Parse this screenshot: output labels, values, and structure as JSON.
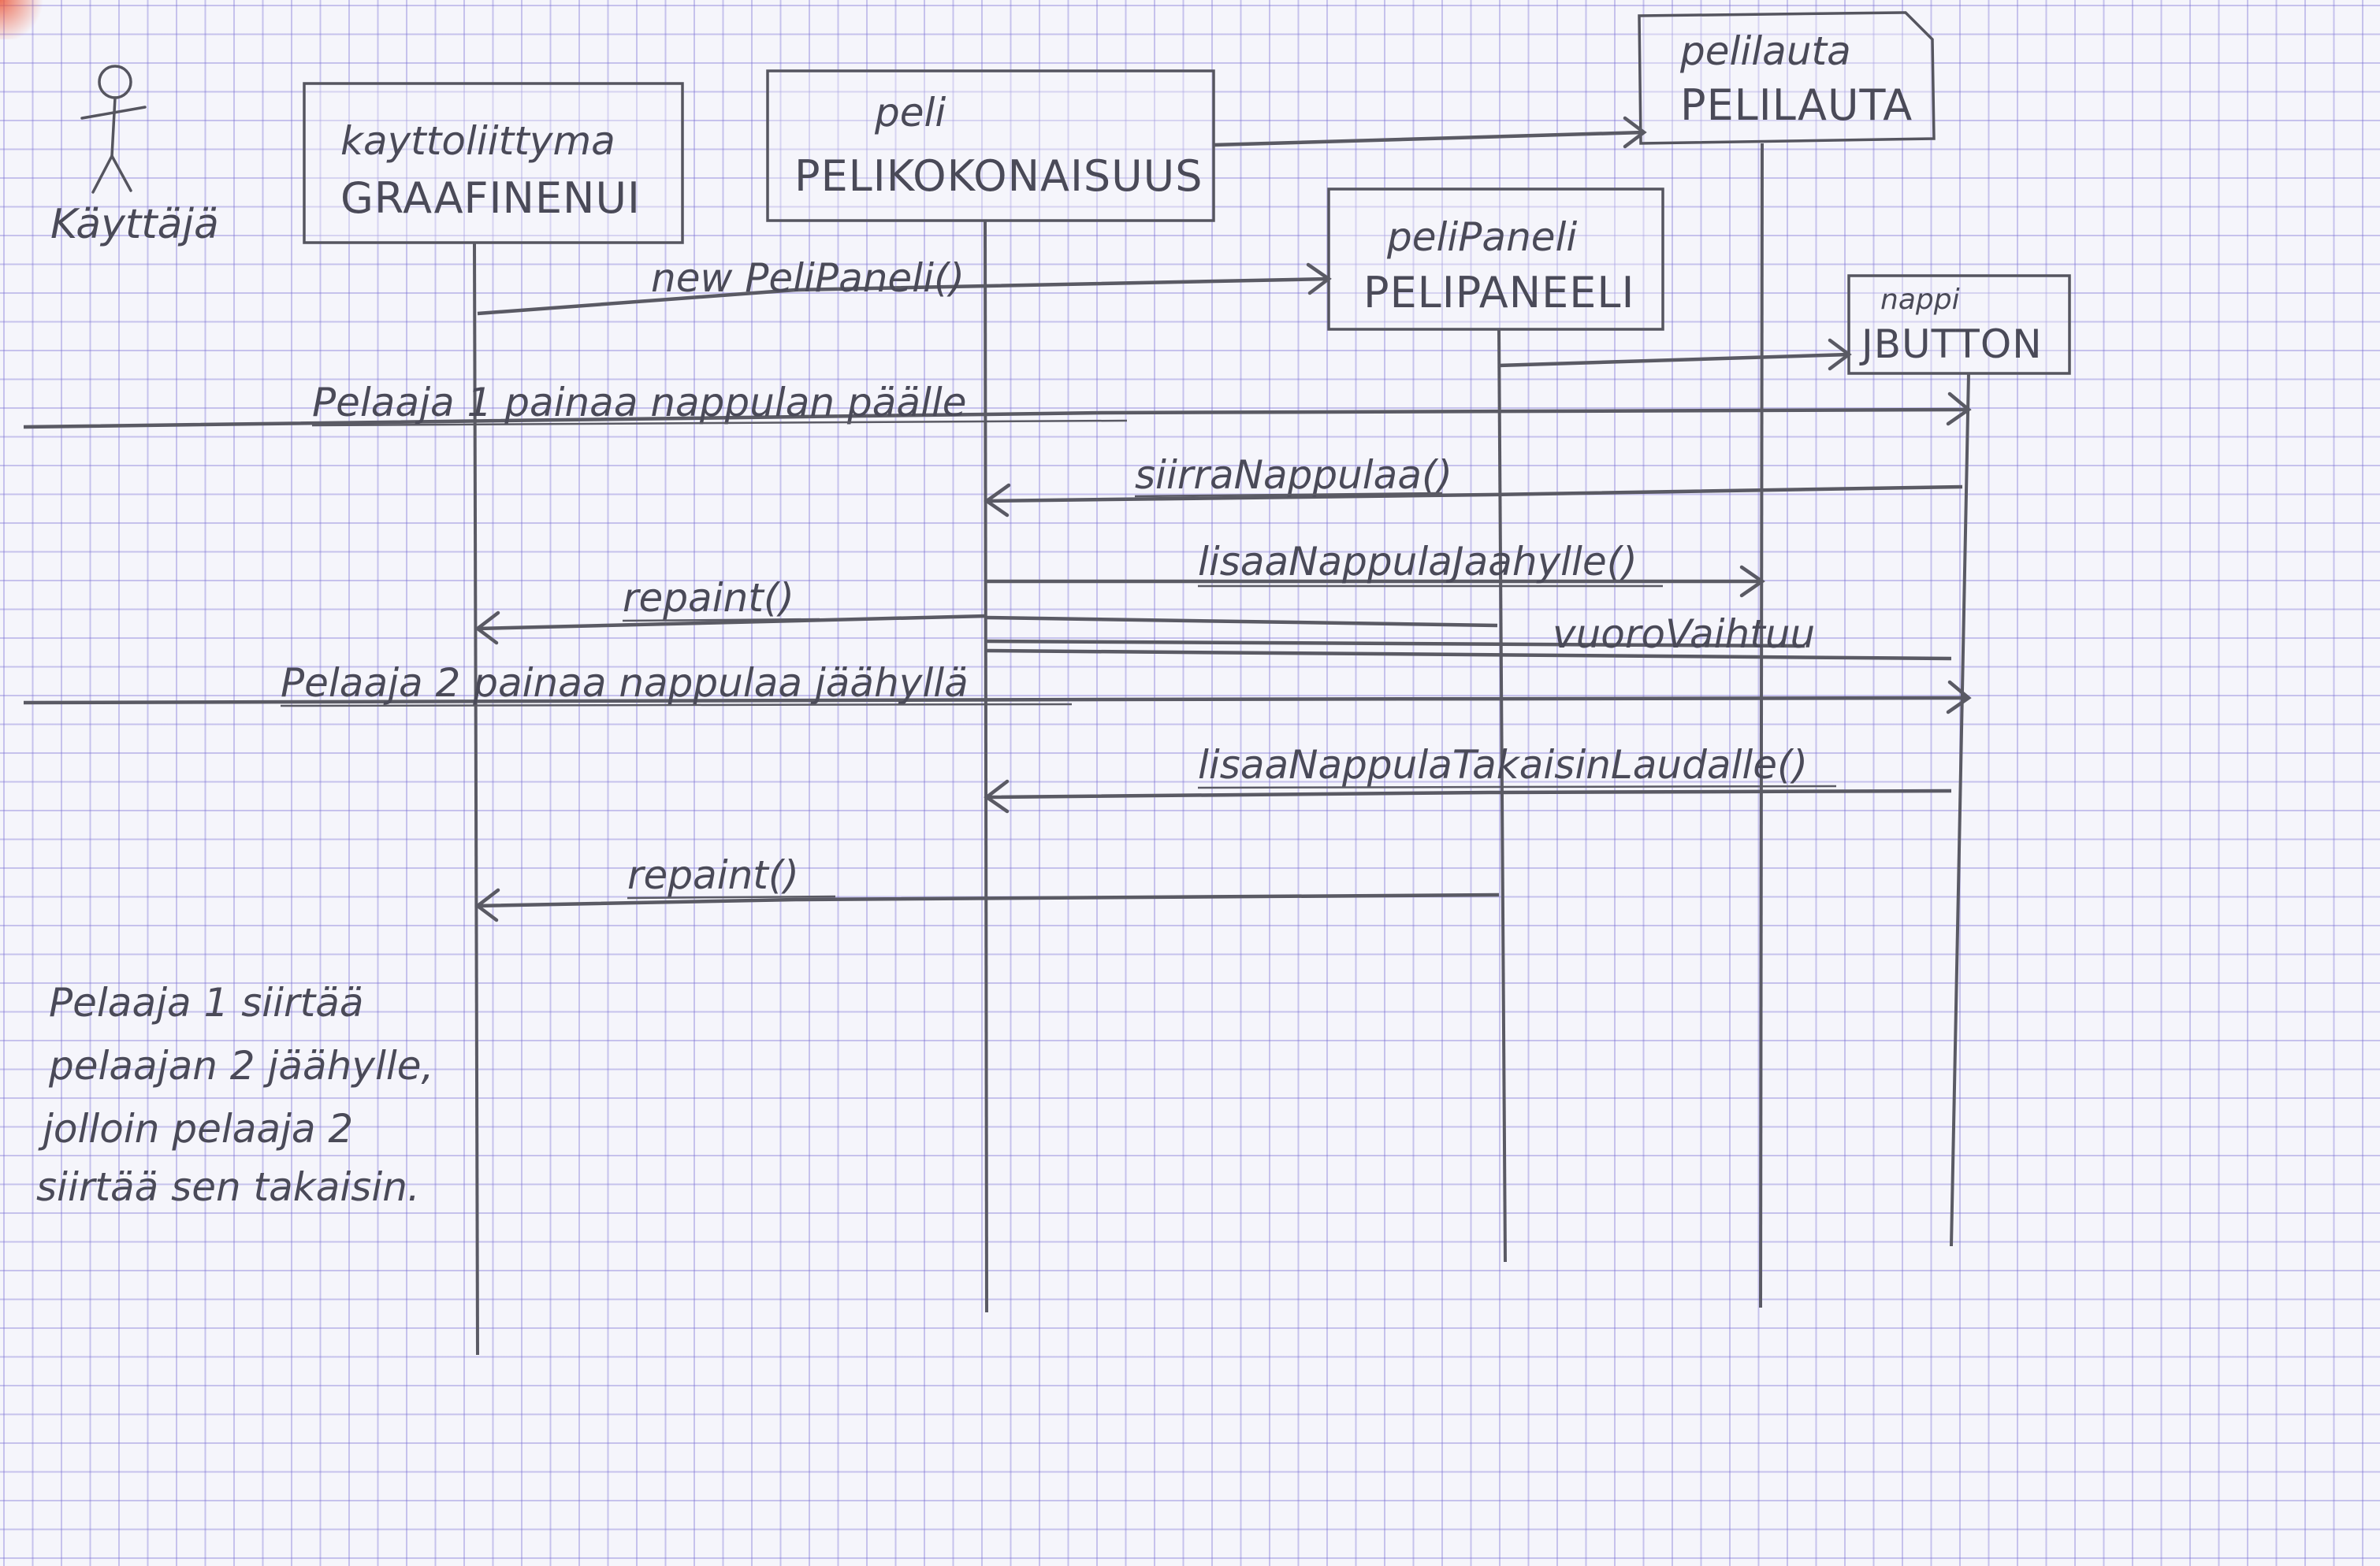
{
  "actor": {
    "label": "Käyttäjä"
  },
  "participants": [
    {
      "id": "ui",
      "name": "kayttoliittyma",
      "cls": "GRAAFINENUI"
    },
    {
      "id": "game",
      "name": "peli",
      "cls": "PELIKOKONAISUUS"
    },
    {
      "id": "board",
      "name": "pelilauta",
      "cls": "PELILAUTA"
    },
    {
      "id": "panel",
      "name": "peliPaneli",
      "cls": "PELIPANEELI"
    },
    {
      "id": "button",
      "name": "nappi",
      "cls": "JBUTTON"
    }
  ],
  "messages": [
    {
      "id": "m1",
      "label": "new PeliPaneli()"
    },
    {
      "id": "m2",
      "label": "Pelaaja 1 painaa nappulan päälle"
    },
    {
      "id": "m3",
      "label": "siirraNappulaa()"
    },
    {
      "id": "m4",
      "label": "lisaaNappulaJaahylle()"
    },
    {
      "id": "m5",
      "label": "repaint()"
    },
    {
      "id": "m6",
      "label": "vuoroVaihtuu"
    },
    {
      "id": "m7",
      "label": "Pelaaja 2 painaa nappulaa jäähyllä"
    },
    {
      "id": "m8",
      "label": "lisaaNappulaTakaisinLaudalle()"
    },
    {
      "id": "m9",
      "label": "repaint()"
    }
  ],
  "note": {
    "lines": [
      "Pelaaja 1 siirtää",
      "pelaajan 2 jäähylle,",
      "jolloin pelaaja 2",
      "siirtää sen takaisin."
    ]
  },
  "colors": {
    "paper": "#f5f5fb",
    "grid": "#7a6ed2",
    "ink": "#55555f"
  }
}
